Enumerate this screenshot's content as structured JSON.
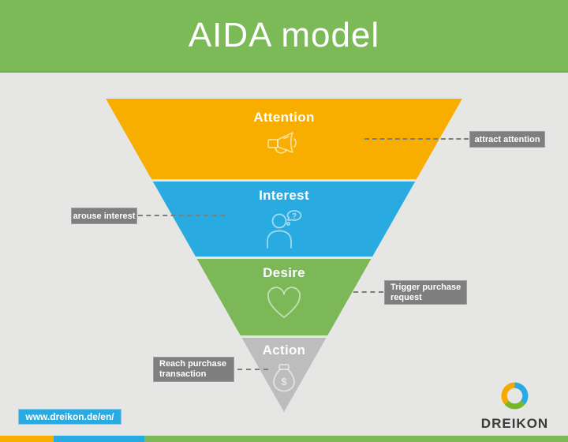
{
  "header": {
    "title": "AIDA model"
  },
  "funnel": {
    "stages": [
      {
        "label": "Attention",
        "color": "#f8ae00",
        "icon": "megaphone-icon"
      },
      {
        "label": "Interest",
        "color": "#29abe2",
        "icon": "person-question-icon"
      },
      {
        "label": "Desire",
        "color": "#7cb857",
        "icon": "heart-icon"
      },
      {
        "label": "Action",
        "color": "#bdbdbd",
        "icon": "money-bag-icon"
      }
    ]
  },
  "callouts": [
    {
      "text": "attract attention",
      "side": "right",
      "stage": "Attention"
    },
    {
      "text": "arouse interest",
      "side": "left",
      "stage": "Interest"
    },
    {
      "text": "Trigger purchase request",
      "side": "right",
      "stage": "Desire"
    },
    {
      "text": "Reach purchase transaction",
      "side": "left",
      "stage": "Action"
    }
  ],
  "footer": {
    "link_label": "www.dreikon.de/en/",
    "brand": "DREIKON"
  },
  "colors": {
    "header_green": "#7cba58",
    "background": "#e6e6e5",
    "callout_gray": "#7f7f7f",
    "action_gray": "#bdbdbd",
    "link_blue": "#29abe2",
    "logo_ring": [
      "#f5a800",
      "#29abe2",
      "#76b82a"
    ]
  }
}
